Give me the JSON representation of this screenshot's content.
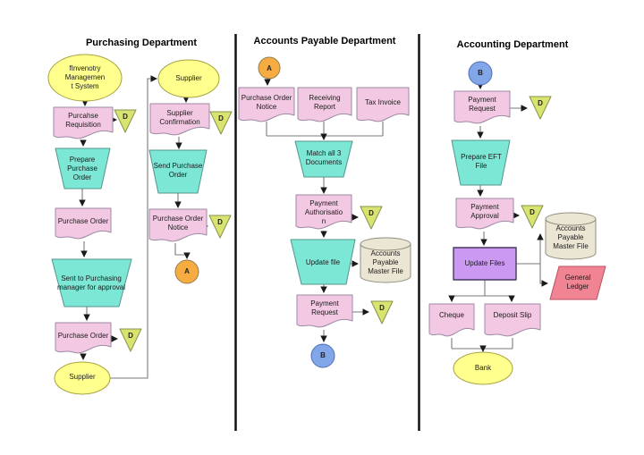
{
  "titles": {
    "purchasing": "Purchasing Department",
    "accounts_payable": "Accounts Payable Department",
    "accounting": "Accounting Department"
  },
  "connector_labels": {
    "d": "D",
    "a": "A",
    "b": "B"
  },
  "colors": {
    "document": "#f3c8e2",
    "manual_operation": "#7ce7d5",
    "terminator": "#ffff8e",
    "d_symbol": "#d9e470",
    "a_connector": "#f6ac40",
    "b_connector": "#82a7e8",
    "storage_cylinder": "#ebe5d3",
    "process": "#cb99f2",
    "ledger": "#f18493",
    "line": "#7a7a7a"
  },
  "purchasing": {
    "inventory_system_lines": [
      "fInvenotry",
      "Managemen",
      "t System"
    ],
    "purchase_requisition": "Purcahse Requisition",
    "prepare_purchase_order": "Prepare Purchase Order",
    "purchase_order_1": "Purchase Order",
    "sent_to_manager": "Sent to Purchasing manager for approval",
    "purchase_order_2": "Purchase Order",
    "supplier_bottom": "Supplier",
    "supplier_top": "Supplier",
    "supplier_confirmation": "Supplier Confirmation",
    "send_purchase_order": "Send Purchase Order",
    "purchase_order_notice": "Purchase Order Notice"
  },
  "accounts_payable": {
    "purchase_order_notice": "Purchase Order Notice",
    "receiving_report": "Receiving Report",
    "tax_invoice": "Tax Invoice",
    "match_documents": "Match all 3 Documents",
    "payment_authorisation_lines": [
      "Payment",
      "Authorisatio",
      "n"
    ],
    "update_file": "Update file",
    "ap_master_file": "Accounts Payable Master File",
    "payment_request": "Payment Request"
  },
  "accounting": {
    "payment_request": "Payment Request",
    "prepare_eft": "Prepare EFT File",
    "payment_approval": "Payment Approval",
    "update_files": "Update Files",
    "ap_master_file": "Accounts Payable Master File",
    "general_ledger": "General Ledger",
    "cheque": "Cheque",
    "deposit_slip": "Deposit Slip",
    "bank": "Bank"
  }
}
